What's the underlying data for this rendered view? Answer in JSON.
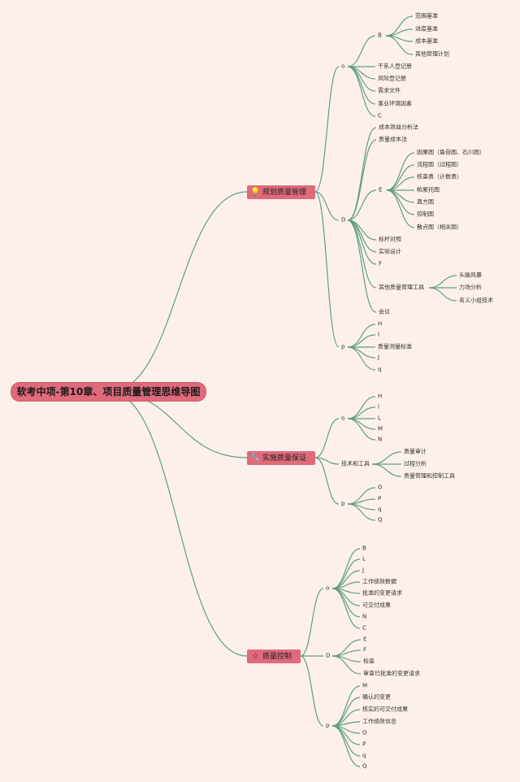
{
  "title": "软考中项-第10章、项目质量管理思维导图",
  "colors": {
    "background": "#fdf0ea",
    "node_fill": "#e06a7b",
    "edge": "#5f9e86"
  },
  "branches": [
    {
      "label": "规划质量管理",
      "icon": "bulb-icon",
      "groups": [
        {
          "label": "o",
          "children": [
            {
              "label": "B",
              "children": [
                "范围基准",
                "进度基准",
                "成本基准",
                "其他管理计划"
              ]
            },
            "干系人登记册",
            "风险登记册",
            "需求文件",
            "事业环境因素",
            "C"
          ]
        },
        {
          "label": "D",
          "children": [
            "成本效益分析法",
            "质量成本法",
            {
              "label": "E",
              "children": [
                "因果图（鱼骨图、石川图）",
                "流程图（过程图）",
                "核查表（计数表）",
                "帕累托图",
                "直方图",
                "控制图",
                "散点图（相关图）"
              ]
            },
            "标杆对照",
            "实验设计",
            "F",
            {
              "label": "其他质量管理工具",
              "children": [
                "头脑风暴",
                "力场分析",
                "名义小组技术"
              ]
            },
            "会议"
          ]
        },
        {
          "label": "p",
          "children": [
            "H",
            "I",
            "质量测量标准",
            "J",
            "q"
          ]
        }
      ]
    },
    {
      "label": "实施质量保证",
      "icon": "wrench-icon",
      "groups": [
        {
          "label": "o",
          "children": [
            "H",
            "I",
            "L",
            "M",
            "N"
          ]
        },
        {
          "label": "技术和工具",
          "children": [
            "质量审计",
            "过程分析",
            "质量管理和控制工具"
          ]
        },
        {
          "label": "p",
          "children": [
            "O",
            "P",
            "q",
            "Q"
          ]
        }
      ]
    },
    {
      "label": "质量控制",
      "icon": "star-icon",
      "groups": [
        {
          "label": "o",
          "children": [
            "B",
            "L",
            "J",
            "工作绩效数据",
            "批准的变更请求",
            "可交付成果",
            "N",
            "C"
          ]
        },
        {
          "label": "D",
          "children": [
            "E",
            "F",
            "检查",
            "审查已批准的变更请求"
          ]
        },
        {
          "label": "p",
          "children": [
            "M",
            "确认的变更",
            "核实的可交付成果",
            "工作绩效信息",
            "O",
            "P",
            "q",
            "Q"
          ]
        }
      ]
    }
  ]
}
